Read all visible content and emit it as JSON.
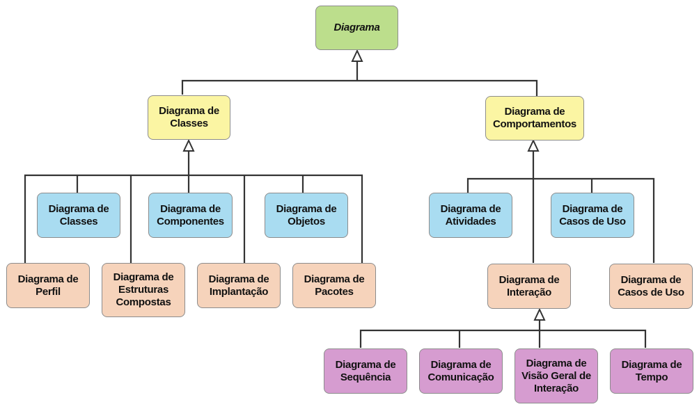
{
  "diagram": {
    "colors": {
      "root": "#bcde8c",
      "structure_behavior": "#fbf5a3",
      "leaf_blue": "#a9dcf1",
      "leaf_peach": "#f6d3bb",
      "leaf_purple": "#d69cd0",
      "line": "#333333",
      "border": "#8c8c8c"
    },
    "nodes": {
      "root": {
        "label": "Diagrama",
        "abstract": true
      },
      "structure": {
        "label": "Diagrama de\nClasses"
      },
      "behavior": {
        "label": "Diagrama de\nComportamentos"
      },
      "class": {
        "label": "Diagrama de\nClasses"
      },
      "component": {
        "label": "Diagrama de\nComponentes"
      },
      "object": {
        "label": "Diagrama de\nObjetos"
      },
      "profile": {
        "label": "Diagrama de\nPerfil"
      },
      "composite": {
        "label": "Diagrama de\nEstruturas\nCompostas"
      },
      "deployment": {
        "label": "Diagrama de\nImplantação"
      },
      "package": {
        "label": "Diagrama de\nPacotes"
      },
      "activity": {
        "label": "Diagrama de\nAtividades"
      },
      "usecase_blue": {
        "label": "Diagrama de\nCasos de Uso"
      },
      "interaction": {
        "label": "Diagrama de\nInteração"
      },
      "usecase_peach": {
        "label": "Diagrama de\nCasos de Uso"
      },
      "sequence": {
        "label": "Diagrama de\nSequência"
      },
      "communication": {
        "label": "Diagrama de\nComunicação"
      },
      "overview": {
        "label": "Diagrama de\nVisão Geral de\nInteração"
      },
      "timing": {
        "label": "Diagrama de\nTempo"
      }
    }
  }
}
